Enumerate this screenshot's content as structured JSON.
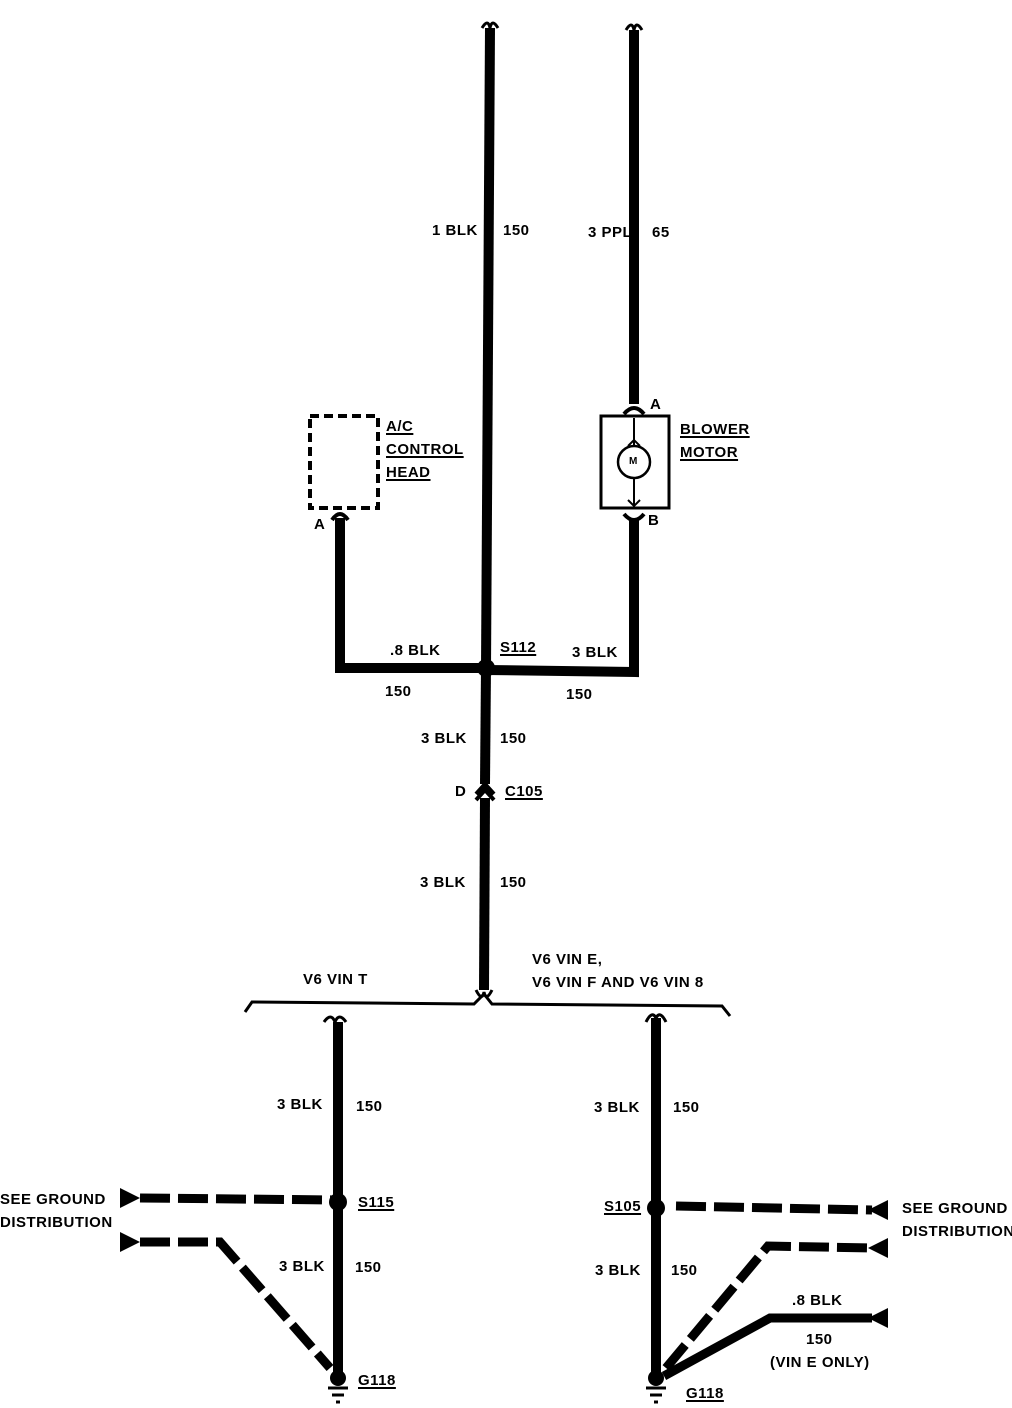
{
  "wires": {
    "top_left": {
      "gauge_color": "1 BLK",
      "circuit": "150"
    },
    "top_right": {
      "gauge_color": "3 PPL",
      "circuit": "65"
    },
    "ac_to_splice": {
      "gauge_color": ".8 BLK",
      "circuit": "150"
    },
    "blower_to_splice": {
      "gauge_color": "3 BLK",
      "circuit": "150"
    },
    "splice_to_c105": {
      "gauge_color": "3 BLK",
      "circuit": "150"
    },
    "c105_to_branch": {
      "gauge_color": "3 BLK",
      "circuit": "150"
    },
    "left_upper": {
      "gauge_color": "3 BLK",
      "circuit": "150"
    },
    "left_lower": {
      "gauge_color": "3 BLK",
      "circuit": "150"
    },
    "right_upper": {
      "gauge_color": "3 BLK",
      "circuit": "150"
    },
    "right_lower": {
      "gauge_color": "3 BLK",
      "circuit": "150"
    },
    "right_extra": {
      "gauge_color": ".8 BLK",
      "circuit": "150",
      "note": "(VIN E ONLY)"
    }
  },
  "components": {
    "ac_control": {
      "name_line1": "A/C",
      "name_line2": "CONTROL",
      "name_line3": "HEAD",
      "pin": "A"
    },
    "blower_motor": {
      "name_line1": "BLOWER",
      "name_line2": "MOTOR",
      "pin_top": "A",
      "pin_bottom": "B",
      "symbol": "M"
    }
  },
  "splices": {
    "s112": "S112",
    "s115": "S115",
    "s105": "S105"
  },
  "connector": {
    "name": "C105",
    "pin": "D"
  },
  "grounds": {
    "left": "G118",
    "right": "G118"
  },
  "branches": {
    "left": "V6 VIN T",
    "right_line1": "V6 VIN E,",
    "right_line2": "V6 VIN F AND V6 VIN 8"
  },
  "references": {
    "line1": "SEE GROUND",
    "line2": "DISTRIBUTION"
  }
}
